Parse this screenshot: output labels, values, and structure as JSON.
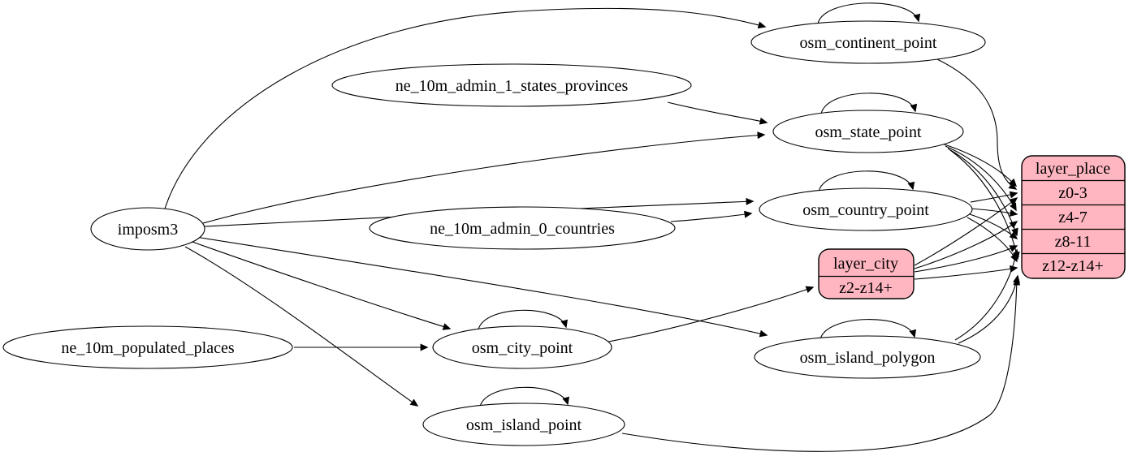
{
  "diagram": {
    "background": "#ffffff",
    "node_fill": "#ffffff",
    "record_fill": "#ffb6c1",
    "stroke_color": "#000000",
    "nodes": {
      "imposm3": "imposm3",
      "ne_10m_admin_1_states_provinces": "ne_10m_admin_1_states_provinces",
      "ne_10m_admin_0_countries": "ne_10m_admin_0_countries",
      "ne_10m_populated_places": "ne_10m_populated_places",
      "osm_continent_point": "osm_continent_point",
      "osm_state_point": "osm_state_point",
      "osm_country_point": "osm_country_point",
      "osm_city_point": "osm_city_point",
      "osm_island_polygon": "osm_island_polygon",
      "osm_island_point": "osm_island_point"
    },
    "records": {
      "layer_place": {
        "title": "layer_place",
        "rows": [
          "z0-3",
          "z4-7",
          "z8-11",
          "z12-z14+"
        ]
      },
      "layer_city": {
        "title": "layer_city",
        "rows": [
          "z2-z14+"
        ]
      }
    },
    "edges": [
      "imposm3 -> osm_continent_point",
      "imposm3 -> osm_state_point",
      "imposm3 -> osm_country_point",
      "imposm3 -> osm_city_point",
      "imposm3 -> osm_island_polygon",
      "imposm3 -> osm_island_point",
      "ne_10m_admin_1_states_provinces -> osm_state_point",
      "ne_10m_admin_0_countries -> osm_country_point",
      "ne_10m_populated_places -> osm_city_point",
      "osm_continent_point -> osm_continent_point",
      "osm_state_point -> osm_state_point",
      "osm_country_point -> osm_country_point",
      "osm_city_point -> osm_city_point",
      "osm_island_polygon -> osm_island_polygon",
      "osm_island_point -> osm_island_point",
      "osm_continent_point -> layer_place:z0-3",
      "osm_state_point -> layer_place:z0-3",
      "osm_state_point -> layer_place:z4-7",
      "osm_state_point -> layer_place:z8-11",
      "osm_state_point -> layer_place:z12-z14+",
      "osm_country_point -> layer_place:z0-3",
      "osm_country_point -> layer_place:z4-7",
      "osm_country_point -> layer_place:z8-11",
      "osm_country_point -> layer_place:z12-z14+",
      "osm_city_point -> layer_city:z2-z14+",
      "layer_city -> layer_place:z0-3",
      "layer_city -> layer_place:z4-7",
      "layer_city -> layer_place:z8-11",
      "layer_city -> layer_place:z12-z14+",
      "osm_island_polygon -> layer_place:z8-11",
      "osm_island_polygon -> layer_place:z12-z14+",
      "osm_island_point -> layer_place:z12-z14+"
    ]
  }
}
